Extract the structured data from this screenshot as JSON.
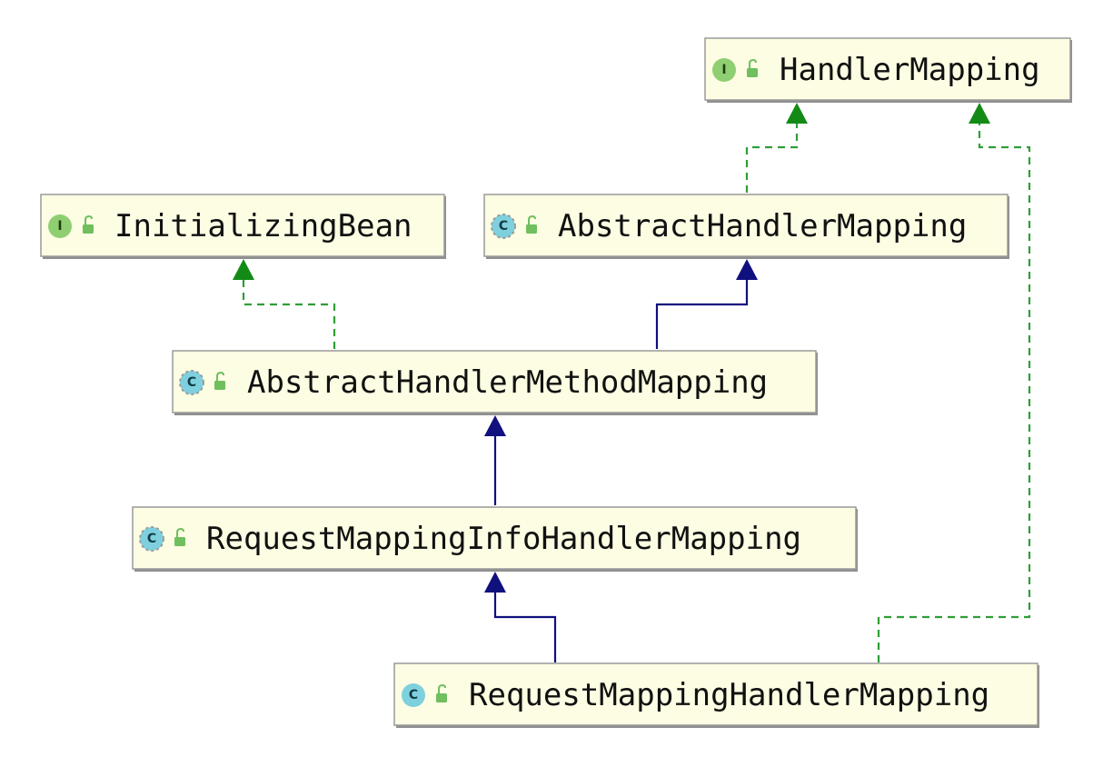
{
  "diagram": {
    "type": "uml-class-hierarchy",
    "nodes": {
      "handler_mapping": {
        "label": "HandlerMapping",
        "kind": "interface",
        "kind_letter": "I",
        "access": "public"
      },
      "initializing_bean": {
        "label": "InitializingBean",
        "kind": "interface",
        "kind_letter": "I",
        "access": "public"
      },
      "abstract_handler_mapping": {
        "label": "AbstractHandlerMapping",
        "kind": "abstract-class",
        "kind_letter": "C",
        "access": "public"
      },
      "abstract_handler_method_mapping": {
        "label": "AbstractHandlerMethodMapping",
        "kind": "abstract-class",
        "kind_letter": "C",
        "access": "public"
      },
      "request_mapping_info_handler_mapping": {
        "label": "RequestMappingInfoHandlerMapping",
        "kind": "abstract-class",
        "kind_letter": "C",
        "access": "public"
      },
      "request_mapping_handler_mapping": {
        "label": "RequestMappingHandlerMapping",
        "kind": "class",
        "kind_letter": "C",
        "access": "public"
      }
    },
    "edges": [
      {
        "from": "abstract_handler_mapping",
        "to": "handler_mapping",
        "relation": "implements"
      },
      {
        "from": "request_mapping_handler_mapping",
        "to": "handler_mapping",
        "relation": "implements"
      },
      {
        "from": "abstract_handler_method_mapping",
        "to": "initializing_bean",
        "relation": "implements"
      },
      {
        "from": "abstract_handler_method_mapping",
        "to": "abstract_handler_mapping",
        "relation": "extends"
      },
      {
        "from": "request_mapping_info_handler_mapping",
        "to": "abstract_handler_method_mapping",
        "relation": "extends"
      },
      {
        "from": "request_mapping_handler_mapping",
        "to": "request_mapping_info_handler_mapping",
        "relation": "extends"
      }
    ],
    "icons": {
      "interface": "interface-icon",
      "abstract-class": "abstract-class-icon",
      "class": "class-icon",
      "access": "unlocked-public-icon"
    },
    "colors": {
      "node_fill": "#fdfde3",
      "implements_line": "#2f9e36",
      "implements_arrow": "#138a16",
      "extends_line": "#10107f",
      "interface_badge": "#8fcf72",
      "class_badge": "#7fd0de"
    }
  }
}
